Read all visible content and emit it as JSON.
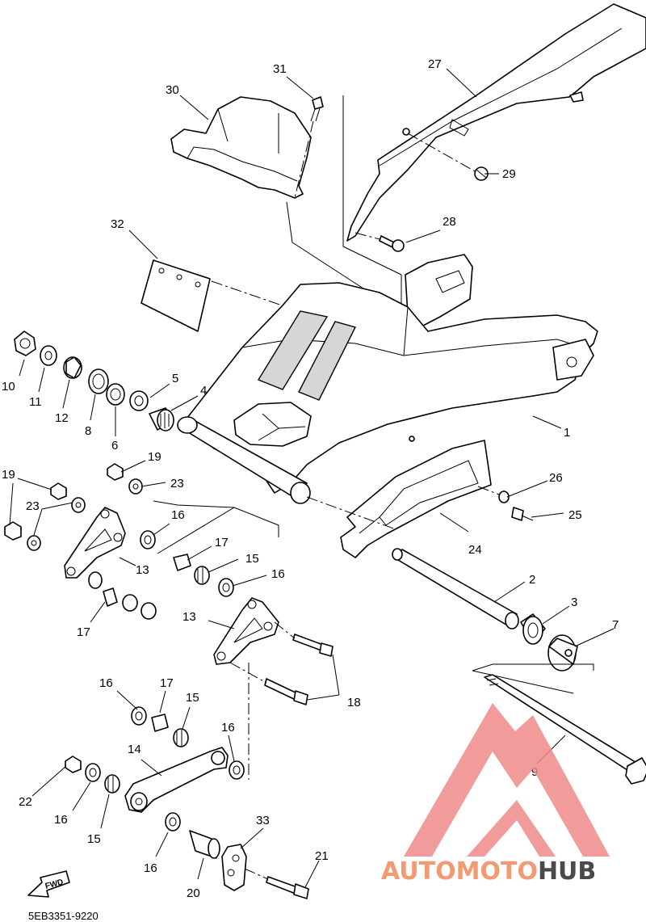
{
  "diagram_code": "5EB3351-9220",
  "fwd_label": "FWD",
  "watermark": {
    "part1": "AUTO",
    "part2": "MOTO",
    "part3": "HUB",
    "color1": "#f29a72",
    "color2": "#f29a72",
    "color3": "#4a4a4a",
    "logo_color": "#f08a8a"
  },
  "callouts": [
    "1",
    "2",
    "3",
    "4",
    "5",
    "6",
    "7",
    "8",
    "9",
    "10",
    "11",
    "12",
    "13",
    "13",
    "14",
    "15",
    "15",
    "15",
    "16",
    "16",
    "16",
    "16",
    "16",
    "16",
    "17",
    "17",
    "17",
    "18",
    "19",
    "19",
    "20",
    "21",
    "22",
    "23",
    "23",
    "24",
    "25",
    "26",
    "27",
    "28",
    "29",
    "30",
    "31",
    "32",
    "33"
  ]
}
